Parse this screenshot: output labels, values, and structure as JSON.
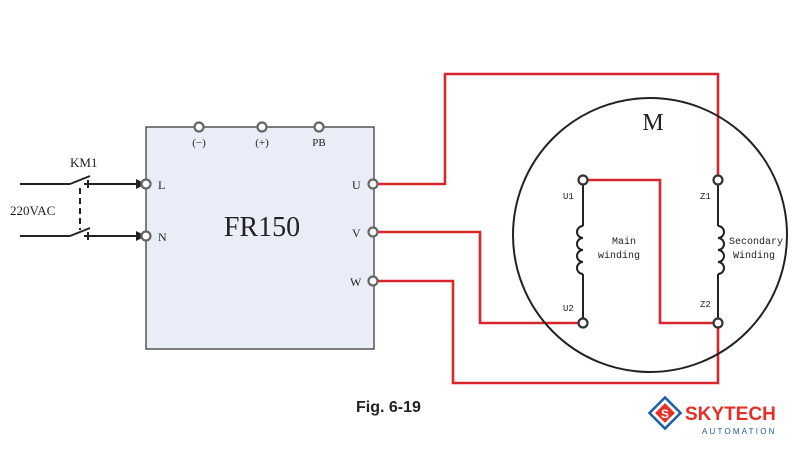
{
  "supply": {
    "voltage_label": "220VAC",
    "contactor_label": "KM1"
  },
  "inverter": {
    "model": "FR150",
    "input_terminals": [
      "L",
      "N"
    ],
    "output_terminals": [
      "U",
      "V",
      "W"
    ],
    "top_terminals": [
      "(−)",
      "(+)",
      "PB"
    ]
  },
  "motor": {
    "label": "M",
    "main_winding": {
      "line1": "Main",
      "line2": "winding",
      "terminal_top": "U1",
      "terminal_bottom": "U2"
    },
    "secondary_winding": {
      "line1": "Secondary",
      "line2": "Winding",
      "terminal_top": "Z1",
      "terminal_bottom": "Z2"
    }
  },
  "caption": "Fig. 6-19",
  "logo": {
    "name": "SKYTECH",
    "tagline": "AUTOMATION",
    "mark_letter": "S"
  },
  "colors": {
    "wire": "#d7262c",
    "line": "#222222",
    "box_fill": "#e9edf7",
    "box_border": "#555555",
    "logo_red": "#e63027",
    "logo_blue": "#1f5fa8"
  }
}
